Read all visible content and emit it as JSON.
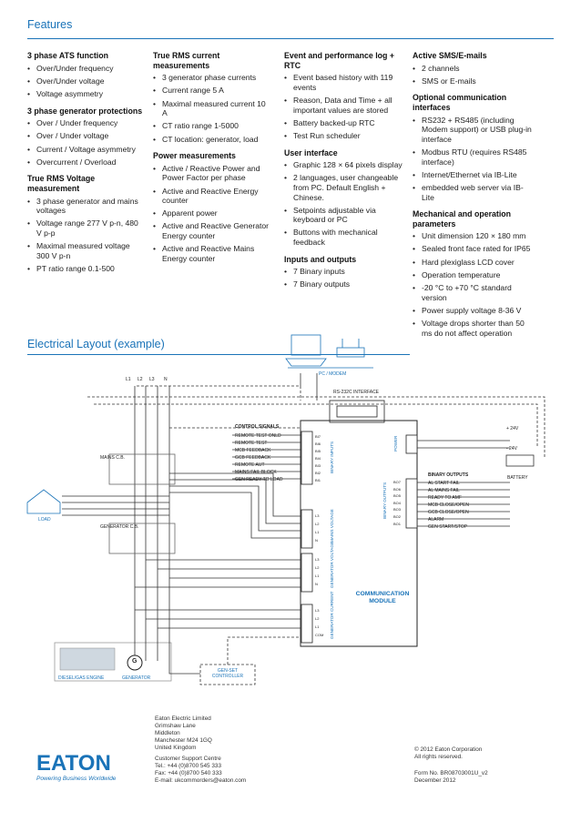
{
  "features": {
    "title": "Features",
    "col1": {
      "h1": "3 phase ATS function",
      "b1": [
        "Over/Under frequency",
        "Over/Under voltage",
        "Voltage asymmetry"
      ],
      "h2": "3 phase generator protections",
      "b2": [
        "Over / Under frequency",
        "Over / Under voltage",
        "Current / Voltage asymmetry",
        "Overcurrent / Overload"
      ],
      "h3": "True RMS Voltage measurement",
      "b3": [
        "3 phase generator and mains voltages",
        "Voltage range 277 V p-n, 480 V p-p",
        "Maximal measured voltage 300 V p-n",
        "PT ratio range 0.1-500"
      ]
    },
    "col2": {
      "h1": "True RMS current measurements",
      "b1": [
        "3 generator phase currents",
        "Current range 5 A",
        "Maximal measured current 10 A",
        "CT ratio range 1-5000",
        "CT location: generator, load"
      ],
      "h2": "Power measurements",
      "b2": [
        "Active / Reactive Power and Power Factor per phase",
        "Active and Reactive Energy counter",
        "Apparent power",
        "Active and Reactive Generator Energy counter",
        "Active and Reactive Mains Energy counter"
      ]
    },
    "col3": {
      "h1": "Event and performance log + RTC",
      "b1": [
        "Event based history with 119 events",
        "Reason, Data and Time + all important values are stored",
        "Battery backed-up RTC",
        "Test Run scheduler"
      ],
      "h2": "User interface",
      "b2": [
        "Graphic 128 × 64 pixels display",
        "2 languages, user changeable from PC. Default English + Chinese.",
        "Setpoints adjustable via keyboard or PC",
        "Buttons with mechanical feedback"
      ],
      "h3": "Inputs and outputs",
      "b3": [
        "7 Binary inputs",
        "7 Binary outputs"
      ]
    },
    "col4": {
      "h1": "Active SMS/E-mails",
      "b1": [
        "2 channels",
        "SMS or E-mails"
      ],
      "h2": "Optional communication interfaces",
      "b2": [
        "RS232 + RS485 (including Modem support) or USB plug-in interface",
        "Modbus RTU (requires RS485 interface)",
        "Internet/Ethernet via IB-Lite",
        "embedded web server via IB-Lite"
      ],
      "h3": "Mechanical and operation parameters",
      "b3": [
        "Unit dimension 120 × 180 mm",
        "Sealed front face rated for IP65",
        "Hard plexiglass LCD cover",
        "Operation temperature",
        "-20 °C to +70 °C standard version",
        "Power supply voltage 8-36 V",
        "Voltage drops shorter than 50 ms do not affect operation"
      ]
    }
  },
  "layout": {
    "title": "Electrical Layout (example)",
    "phases": [
      "L1",
      "L2",
      "L3",
      "N"
    ],
    "pc_modem": "PC / MODEM",
    "rs232": "RS-232C INTERFACE",
    "control_signals": "CONTROL SIGNALS",
    "signals": [
      "REMOTE TEST ONLD",
      "REMOTE TEST",
      "MCB FEEDBACK",
      "GCB FEEDBACK",
      "REMOTE AUT",
      "MAINS FAIL BLOCK",
      "GEN READY TO LOAD"
    ],
    "binary_outputs": "BINARY OUTPUTS",
    "outputs": [
      "AL START FAIL",
      "AL MAINS FAIL",
      "READY TO AMF",
      "MCB CLOSE/OPEN",
      "GCB CLOSE/OPEN",
      "ALARM",
      "GEN START/STOP"
    ],
    "battery": "BATTERY",
    "load": "LOAD",
    "mains_cb": "MAINS C.B.",
    "generator_cb": "GENERATOR C.B.",
    "diesel": "DIESEL/GAS ENGINE",
    "generator": "GENERATOR",
    "g": "G",
    "genset": "GEN-SET CONTROLLER",
    "comm": "COMMUNICATION MODULE",
    "binary_inputs_v": "BINARY INPUTS",
    "binary_outputs_v": "BINARY OUTPUTS",
    "mains_voltage_v": "MAINS VOLTAGE",
    "gen_voltage_v": "GENERATOR VOLTAGE",
    "gen_current_v": "GENERATOR CURRENT",
    "power_v": "POWER",
    "bi_terms": [
      "BI7",
      "BI6",
      "BI5",
      "BI4",
      "BI3",
      "BI2",
      "BI1"
    ],
    "bo_terms": [
      "BO7",
      "BO6",
      "BO5",
      "BO4",
      "BO3",
      "BO2",
      "BO1"
    ],
    "mains_terms": [
      "L3",
      "L2",
      "L1",
      "N"
    ],
    "gen_terms": [
      "L3",
      "L2",
      "L1",
      "N"
    ],
    "cur_terms": [
      "L3",
      "L2",
      "L1",
      "COM"
    ],
    "plus_v": "+ 24V",
    "minus_v": "- 24V"
  },
  "footer": {
    "company": [
      "Eaton Electric Limited",
      "Grimshaw Lane",
      "Middleton",
      "Manchester M24 1GQ",
      "United Kingdom"
    ],
    "support": [
      "Customer Support Centre",
      "Tel.: +44 (0)8700 545 333",
      "Fax: +44 (0)8700 540 333",
      "E-mail: ukcommorders@eaton.com"
    ],
    "copyright": [
      "© 2012 Eaton Corporation",
      "All rights reserved."
    ],
    "form": [
      "Form No. BR08703001U_v2",
      "December 2012"
    ],
    "logo": "EATON",
    "tagline": "Powering Business Worldwide"
  },
  "colors": {
    "accent": "#1a73b8",
    "wire": "#333333"
  }
}
